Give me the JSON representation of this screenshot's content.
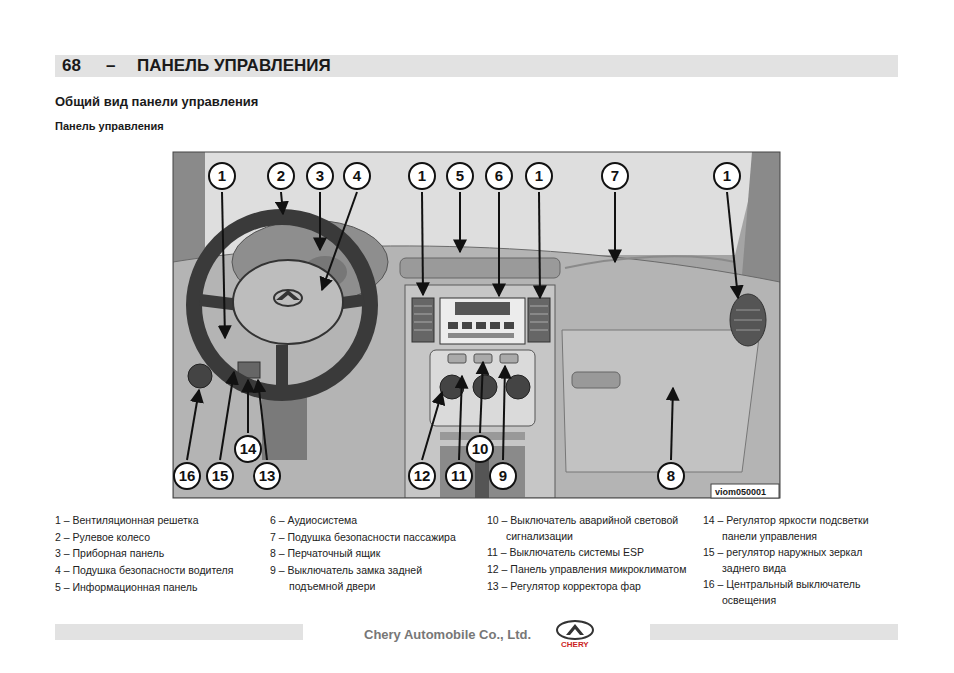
{
  "diagram": {
    "title": "ПАНЕЛЬ УПРАВЛЕНИЯ",
    "labels": [
      "68",
      "–",
      "Общий вид панели управления",
      "Панель управления",
      "1",
      "2",
      "3",
      "4",
      "1",
      "5",
      "6",
      "1",
      "7",
      "1",
      "16",
      "15",
      "14",
      "13",
      "12",
      "11",
      "10",
      "9",
      "8",
      "viom050001",
      "1 – Вентиляционная решетка",
      "2 – Рулевое колесо",
      "3 – Приборная панель",
      "4 – Подушка безопасности водителя",
      "5 – Информационная панель",
      "6 – Аудиосистема",
      "7 – Подушка безопасности пассажира",
      "8 – Перчаточный ящик",
      "9 – Выключатель замка задней подъемной двери",
      "10 – Выключатель аварийной световой сигнализации",
      "11 – Выключатель системы ESP",
      "12 – Панель управления микроклиматом",
      "13 – Регулятор корректора фар",
      "14 – Регулятор яркости подсветки панели управления",
      "15 – регулятор наружных зеркал заднего вида",
      "16 – Центральный выключатель освещения",
      "Chery Automobile Co., Ltd.",
      "CHERY"
    ]
  }
}
